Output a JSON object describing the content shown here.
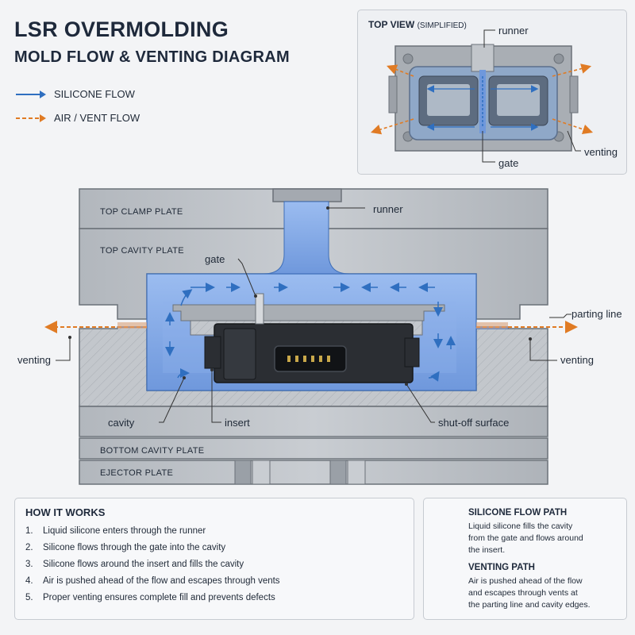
{
  "title": {
    "line1": "LSR OVERMOLDING",
    "line2": "MOLD FLOW & VENTING DIAGRAM"
  },
  "legend": {
    "silicone_flow": "SILICONE FLOW",
    "air_vent_flow": "AIR / VENT FLOW"
  },
  "colors": {
    "silicone": "#2f6fc0",
    "silicone_fill": "#8fb3ea",
    "vent": "#e07b24",
    "steel": "#b9bec4",
    "steel_dark": "#6b7178",
    "insert": "#2b2e33"
  },
  "top_view": {
    "title": "TOP VIEW",
    "title_note": "(SIMPLIFIED)",
    "runner": "runner",
    "gate": "gate",
    "venting": "venting"
  },
  "plates": {
    "top_clamp": "TOP CLAMP PLATE",
    "top_cavity": "TOP CAVITY PLATE",
    "bottom_cavity": "BOTTOM CAVITY PLATE",
    "ejector": "EJECTOR PLATE"
  },
  "callouts": {
    "runner": "runner",
    "gate": "gate",
    "parting_line": "parting line",
    "venting_left": "venting",
    "venting_right": "venting",
    "cavity": "cavity",
    "insert": "insert",
    "shutoff": "shut-off surface"
  },
  "how_it_works": {
    "title": "HOW IT WORKS",
    "steps": [
      {
        "num": "1.",
        "text": "Liquid silicone enters through the runner"
      },
      {
        "num": "2.",
        "text": "Silicone flows through the gate into the cavity"
      },
      {
        "num": "3.",
        "text": "Silicone flows around the insert and fills the cavity"
      },
      {
        "num": "4.",
        "text": "Air is pushed ahead of the flow and escapes through vents"
      },
      {
        "num": "5.",
        "text": "Proper venting ensures complete fill and prevents defects"
      }
    ]
  },
  "paths": {
    "silicone": {
      "title": "SILICONE FLOW PATH",
      "lines": [
        "Liquid silicone fills the cavity",
        "from the gate and flows around",
        "the insert."
      ]
    },
    "venting": {
      "title": "VENTING PATH",
      "lines": [
        "Air is pushed ahead of the flow",
        "and escapes through vents at",
        "the parting line and cavity edges."
      ]
    }
  }
}
